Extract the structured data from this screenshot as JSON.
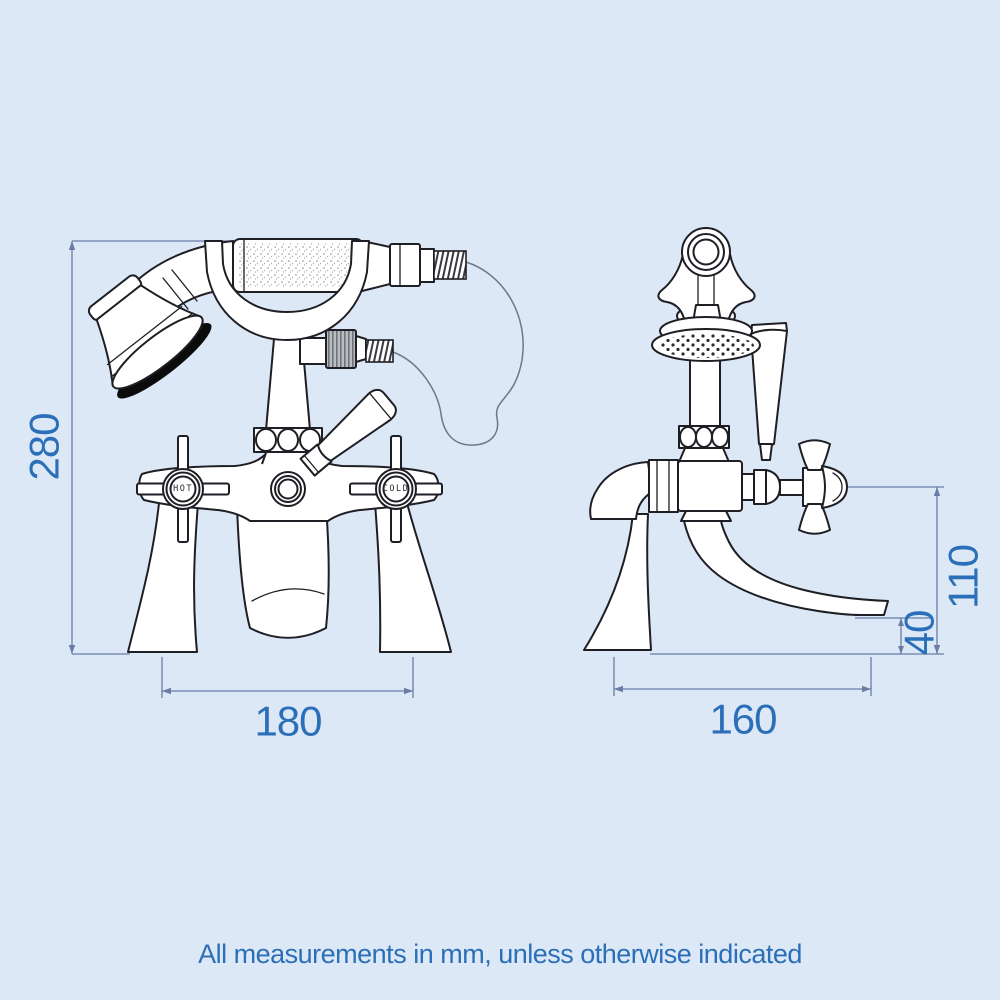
{
  "note": {
    "text": "All measurements in mm, unless otherwise indicated"
  },
  "front_view": {
    "hot_label": "HOT",
    "cold_label": "COLD",
    "dim_overall_height": "280",
    "dim_tap_centres": "180"
  },
  "side_view": {
    "dim_spout_height": "110",
    "dim_spout_clearance": "40",
    "dim_spout_reach": "160"
  },
  "colors": {
    "background": "#dce8f6",
    "line": "#1e1e24",
    "dimension_line": "#6a7ca6",
    "dimension_text": "#2b6fb8"
  }
}
